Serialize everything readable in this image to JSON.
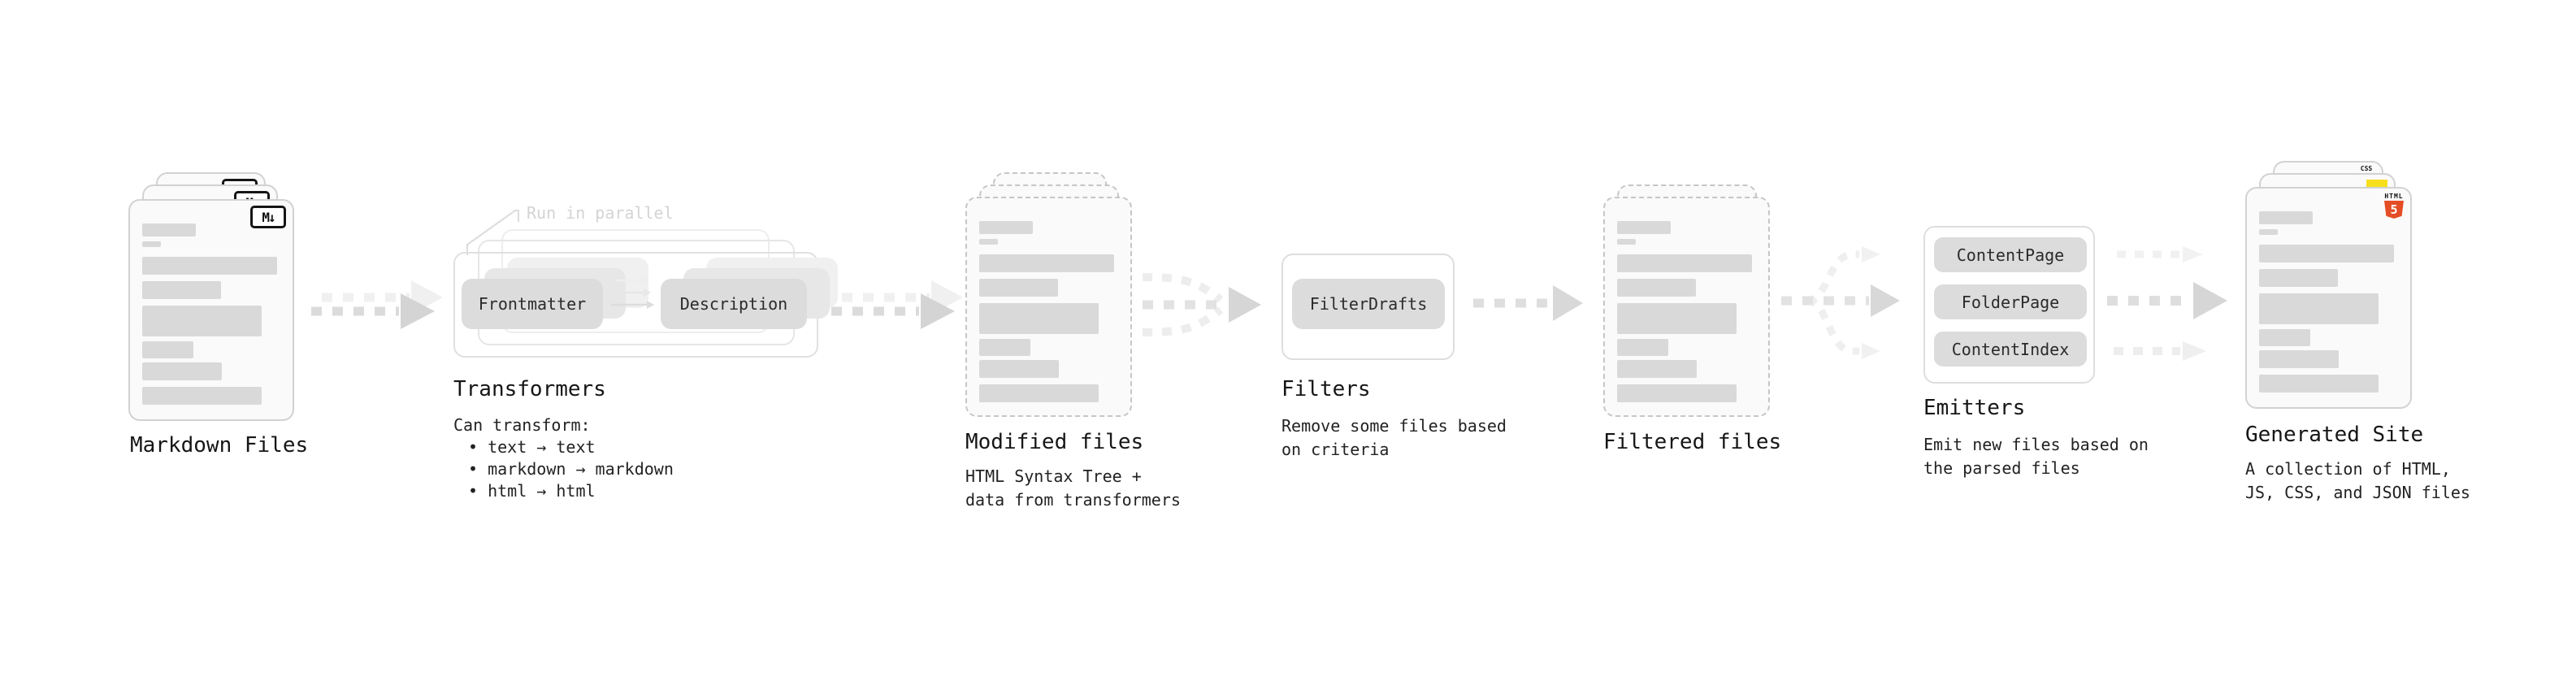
{
  "stages": {
    "markdown": {
      "label": "Markdown Files",
      "badge": "M↓"
    },
    "transformers": {
      "label": "Transformers",
      "annotation": "Run in parallel",
      "buttons": [
        "Frontmatter",
        "Description"
      ],
      "desc_lines": [
        "Can transform:",
        "• text → text",
        "• markdown → markdown",
        "• html → html"
      ]
    },
    "modified": {
      "label": "Modified files",
      "desc_lines": [
        "HTML Syntax Tree +",
        "data from transformers"
      ]
    },
    "filters": {
      "label": "Filters",
      "buttons": [
        "FilterDrafts"
      ],
      "desc_lines": [
        "Remove some files based",
        "on criteria"
      ]
    },
    "filtered": {
      "label": "Filtered files"
    },
    "emitters": {
      "label": "Emitters",
      "buttons": [
        "ContentPage",
        "FolderPage",
        "ContentIndex"
      ],
      "desc_lines": [
        "Emit new files based on",
        "the parsed files"
      ]
    },
    "generated": {
      "label": "Generated Site",
      "desc_lines": [
        "A collection of HTML,",
        "JS, CSS, and JSON files"
      ],
      "badges": {
        "css": "CSS",
        "html_top": "HTML",
        "html_num": "5"
      }
    }
  },
  "file_card_bars": [
    {
      "w": 66,
      "h": 16,
      "mb": 6
    },
    {
      "w": 23,
      "h": 7,
      "mb": 12
    },
    {
      "w": 166,
      "h": 22,
      "mb": 8
    },
    {
      "w": 97,
      "h": 22,
      "mb": 8
    },
    {
      "w": 147,
      "h": 38,
      "mb": 6
    },
    {
      "w": 63,
      "h": 21,
      "mb": 5
    },
    {
      "w": 98,
      "h": 22,
      "mb": 8
    },
    {
      "w": 147,
      "h": 22,
      "mb": 0
    }
  ],
  "colors": {
    "html_orange": "#e44d26",
    "js_yellow": "#f7df1e",
    "css_blue": "#2760e5",
    "bar_gray": "#d9d9d9"
  }
}
